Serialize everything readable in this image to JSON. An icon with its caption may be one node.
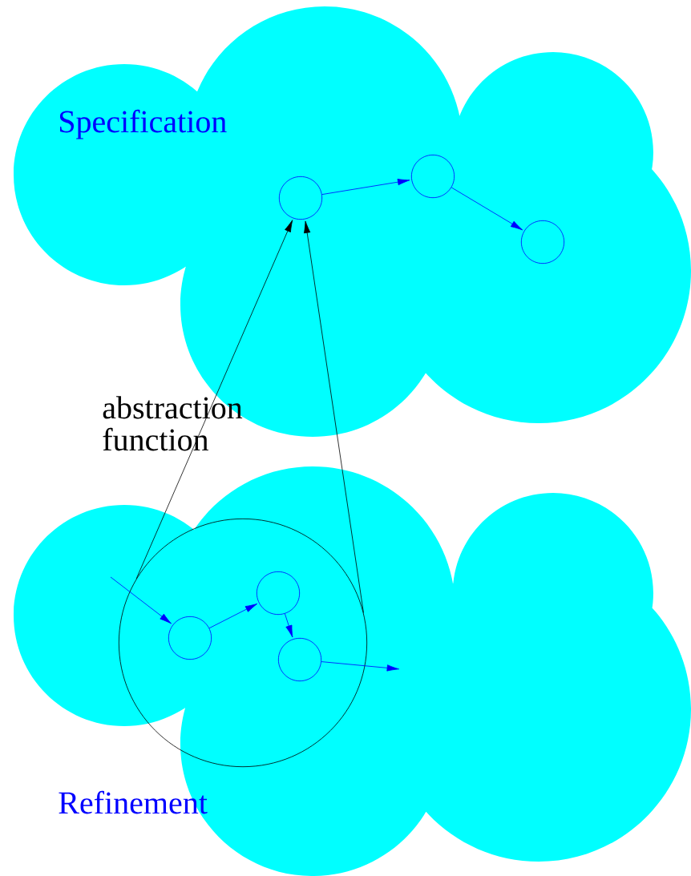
{
  "diagram": {
    "nodes": [
      {
        "text": [
          "Specification"
        ]
      },
      {
        "text": [],
        "shape": "circle",
        "in": 0
      },
      {
        "text": [],
        "shape": "circle",
        "in": 0
      },
      {
        "text": [],
        "shape": "circle",
        "in": 0
      },
      {
        "text": [
          "Refinement"
        ]
      },
      {
        "text": [],
        "shape": "circle",
        "in": 4
      },
      {
        "text": [],
        "shape": "circle",
        "in": 5
      },
      {
        "text": [],
        "shape": "circle",
        "in": 5
      },
      {
        "text": [],
        "shape": "circle",
        "in": 5
      }
    ],
    "edges": [
      {
        "from": 1,
        "to": 2,
        "arrow": "to"
      },
      {
        "from": 2,
        "to": 3,
        "arrow": "to"
      },
      {
        "from": 5,
        "to": 1,
        "arrow": "to",
        "color": "#000000"
      },
      {
        "from": 5,
        "to": 1,
        "arrow": "to",
        "color": "#000000"
      },
      {
        "from": null,
        "to": 6,
        "arrow": "to"
      },
      {
        "from": 6,
        "to": 7,
        "arrow": "to"
      },
      {
        "from": 7,
        "to": 8,
        "arrow": "to"
      },
      {
        "from": 8,
        "to": null,
        "arrow": "to"
      }
    ],
    "labels": [
      "abstraction function"
    ]
  }
}
